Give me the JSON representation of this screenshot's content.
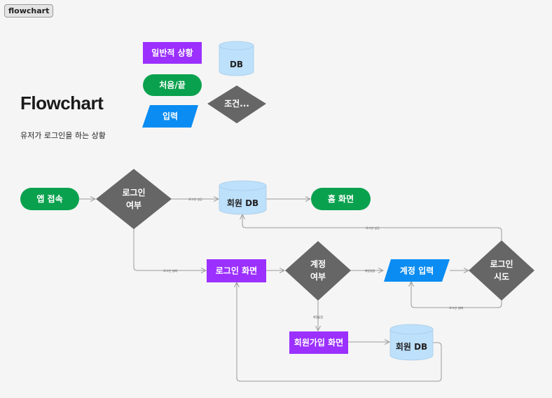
{
  "header": {
    "tag": "flowchart",
    "title": "Flowchart",
    "subtitle": "유저가 로그인을 하는 상황"
  },
  "legend": {
    "general": "일반적 상황",
    "db": "DB",
    "terminal": "처음/끝",
    "condition": "조건...",
    "input": "입력"
  },
  "nodes": {
    "app_access": "앱 접속",
    "login_q_line1": "로그인",
    "login_q_line2": "여부",
    "member_db_top": "회원 DB",
    "home": "홈 화면",
    "login_screen": "로그인 화면",
    "account_q_line1": "계정",
    "account_q_line2": "여부",
    "account_input": "계정 입력",
    "login_try_line1": "로그인",
    "login_try_line2": "시도",
    "signup_screen": "회원가입 화면",
    "member_db_bottom": "회원 DB"
  },
  "edges": {
    "login_success": "로그인 성공",
    "login_fail": "로그인 실패",
    "account_exists": "계정있음",
    "account_none": "계정없음",
    "login_success_2": "로그인 성공",
    "login_fail_2": "로그인 실패"
  },
  "colors": {
    "purple": "#9b30ff",
    "green": "#0aa14e",
    "blue": "#0a8cf2",
    "gray": "#666666",
    "db_fill": "#bde0fb",
    "line": "#9a9a9a"
  }
}
